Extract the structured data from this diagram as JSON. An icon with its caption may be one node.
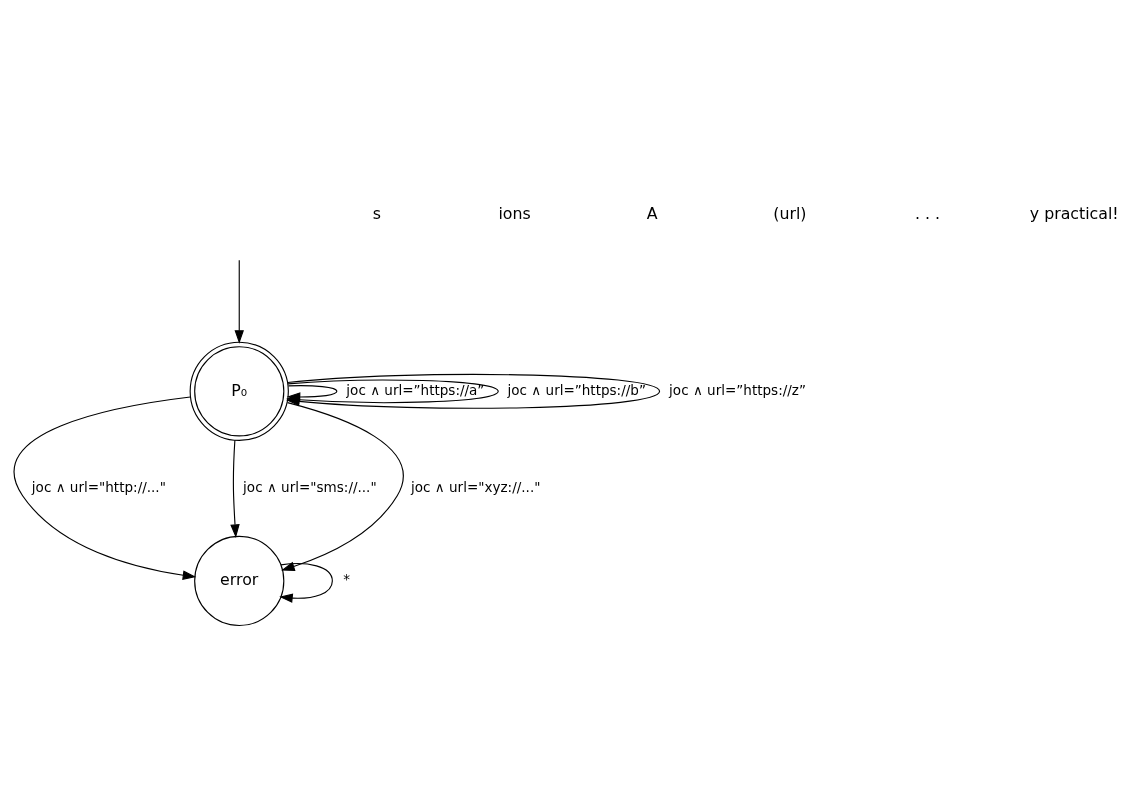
{
  "diagram": {
    "nodes": [
      {
        "text": [
          "P₀"
        ]
      },
      {
        "text": [
          "error"
        ]
      }
    ],
    "edges": [
      {
        "from": null,
        "to": 0,
        "arrow": "to"
      },
      {
        "from": 0,
        "to": 0,
        "arrow": "to",
        "label": "joc ∧ url=”https://a”"
      },
      {
        "from": 0,
        "to": 0,
        "arrow": "to",
        "label": "joc ∧ url=”https://b”"
      },
      {
        "from": 0,
        "to": 0,
        "arrow": "to",
        "label": "joc ∧ url=”https://z”"
      },
      {
        "from": 0,
        "to": 1,
        "arrow": "to",
        "label": "joc ∧ url=\"http://...\""
      },
      {
        "from": 0,
        "to": 1,
        "arrow": "to",
        "label": "joc ∧ url=\"sms://...\""
      },
      {
        "from": 0,
        "to": 1,
        "arrow": "to",
        "label": "joc ∧ url=\"xyz://...\""
      },
      {
        "from": 1,
        "to": 1,
        "arrow": "to",
        "label": "*"
      }
    ],
    "labels": [
      "s",
      "ions",
      "A",
      "(url)",
      ". . .",
      "y practical!"
    ]
  }
}
